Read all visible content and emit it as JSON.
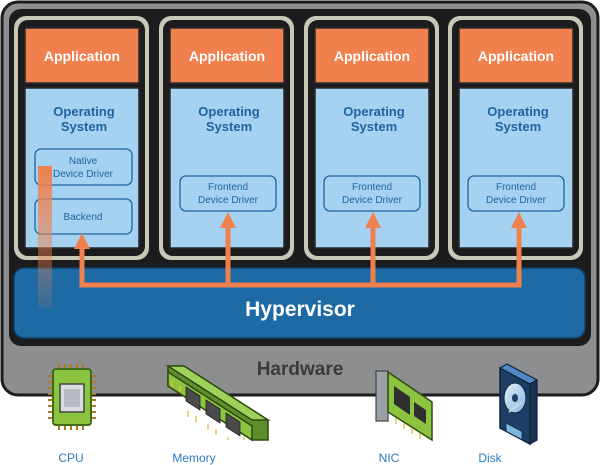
{
  "colors": {
    "outer_gray": "#8c8e90",
    "dark_frame": "#1c1c1e",
    "vm_frame": "#c9c8b5",
    "app_orange": "#f0814e",
    "os_blue": "#a6d2f2",
    "os_text": "#1d64a0",
    "hypervisor": "#1d6aa5",
    "hardware_text": "#3b3b3b",
    "arrow": "#f0814e",
    "device_label": "#2c7bbd"
  },
  "vms": [
    {
      "app_label": "Application",
      "os_label_line1": "Operating",
      "os_label_line2": "System",
      "drivers": [
        {
          "line1": "Native",
          "line2": "Device Driver"
        },
        {
          "line1": "Backend",
          "line2": ""
        }
      ]
    },
    {
      "app_label": "Application",
      "os_label_line1": "Operating",
      "os_label_line2": "System",
      "drivers": [
        {
          "line1": "Frontend",
          "line2": "Device Driver"
        }
      ]
    },
    {
      "app_label": "Application",
      "os_label_line1": "Operating",
      "os_label_line2": "System",
      "drivers": [
        {
          "line1": "Frontend",
          "line2": "Device Driver"
        }
      ]
    },
    {
      "app_label": "Application",
      "os_label_line1": "Operating",
      "os_label_line2": "System",
      "drivers": [
        {
          "line1": "Frontend",
          "line2": "Device Driver"
        }
      ]
    }
  ],
  "hypervisor_label": "Hypervisor",
  "hardware_label": "Hardware",
  "devices": [
    {
      "label": "CPU",
      "icon": "cpu-chip-icon"
    },
    {
      "label": "Memory",
      "icon": "memory-module-icon"
    },
    {
      "label": "NIC",
      "icon": "network-card-icon"
    },
    {
      "label": "Disk",
      "icon": "hard-disk-icon"
    }
  ]
}
